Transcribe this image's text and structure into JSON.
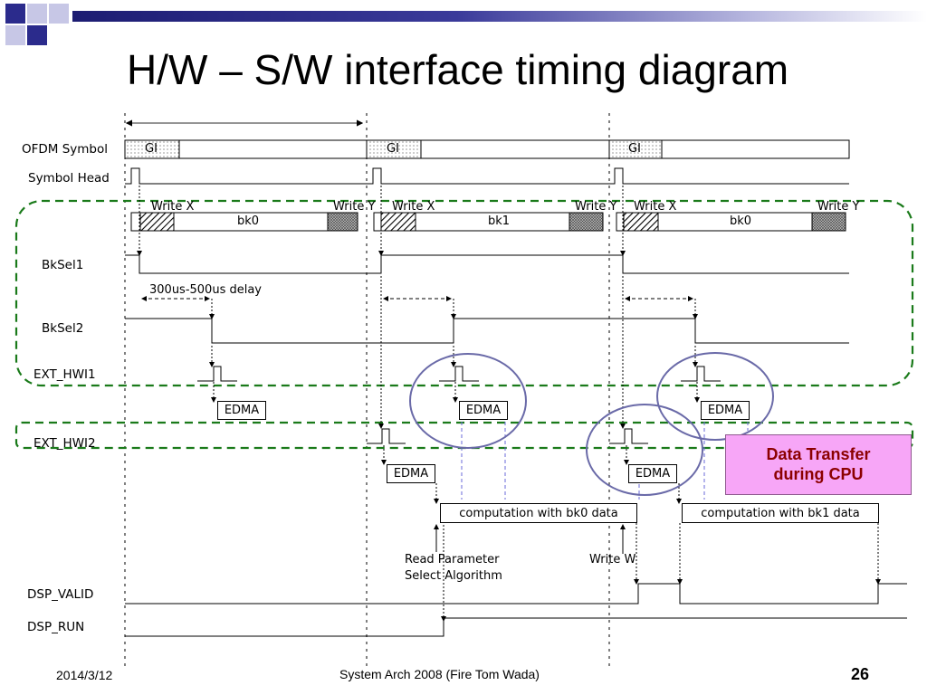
{
  "slide": {
    "title": "H/W – S/W interface timing diagram",
    "footer_date": "2014/3/12",
    "footer_center": "System Arch 2008  (Fire Tom Wada)",
    "page_number": "26"
  },
  "signals": {
    "ofdm_symbol": "OFDM Symbol",
    "symbol_head": "Symbol Head",
    "bksel1": "BkSel1",
    "bksel2": "BkSel2",
    "ext_hwi1": "EXT_HWI1",
    "ext_hwi2": "EXT_HWI2",
    "dsp_valid": "DSP_VALID",
    "dsp_run": "DSP_RUN"
  },
  "labels": {
    "gi": "GI",
    "write_x": "Write X",
    "write_y": "Write Y",
    "bk0": "bk0",
    "bk1": "bk1",
    "delay": "300us-500us delay",
    "edma": "EDMA",
    "comp_bk0": "computation with bk0 data",
    "comp_bk1": "computation with bk1 data",
    "read_param": "Read Parameter",
    "select_algo": "Select Algorithm",
    "write_w": "Write W"
  },
  "callout": {
    "line1": "Data Transfer",
    "line2": "during CPU"
  },
  "colors": {
    "title_bar_dark": "#1c1c72",
    "logo_blue": "#2b2b8c",
    "dashed_group": "#1a7a1a",
    "circle": "#6a6aa8",
    "callout_fill": "#f7a6f7",
    "callout_text": "#8b0000",
    "edma_guide": "#6a6ad8"
  }
}
